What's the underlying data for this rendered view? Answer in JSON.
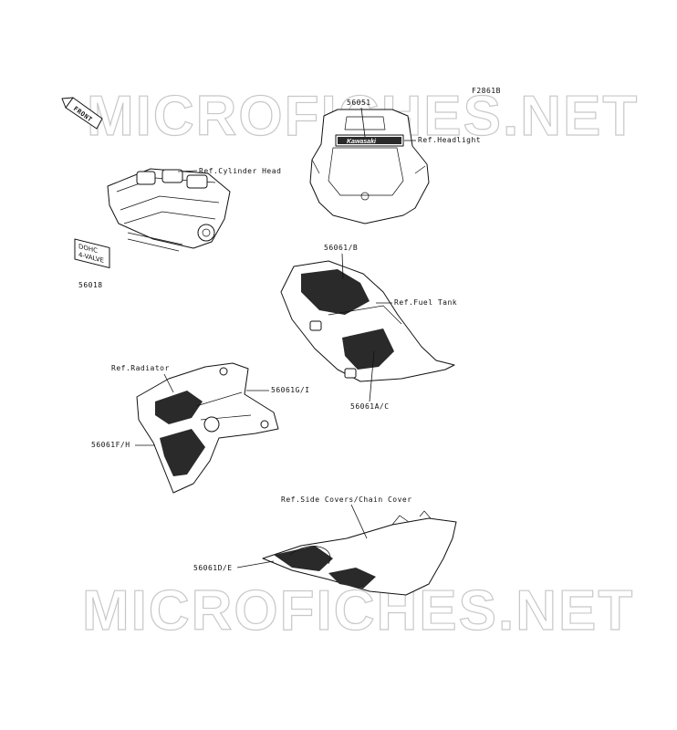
{
  "figure_code": "F2861B",
  "watermark": "MICROFICHES.NET",
  "front_label": "FRONT",
  "emblem_text": "Kawasaki",
  "decal_text": [
    "DOHC",
    "4-VALVE"
  ],
  "labels": {
    "p56051": "56051",
    "ref_headlight": "Ref.Headlight",
    "ref_cylinder_head": "Ref.Cylinder Head",
    "p56018": "56018",
    "p56061_b": "56061/B",
    "ref_fuel_tank": "Ref.Fuel Tank",
    "p56061_ac": "56061A/C",
    "ref_radiator": "Ref.Radiator",
    "p56061_gi": "56061G/I",
    "p56061_fh": "56061F/H",
    "ref_side_covers": "Ref.Side Covers/Chain Cover",
    "p56061_de": "56061D/E"
  },
  "colors": {
    "line": "#111111",
    "watermark": "#c8c8c8"
  }
}
